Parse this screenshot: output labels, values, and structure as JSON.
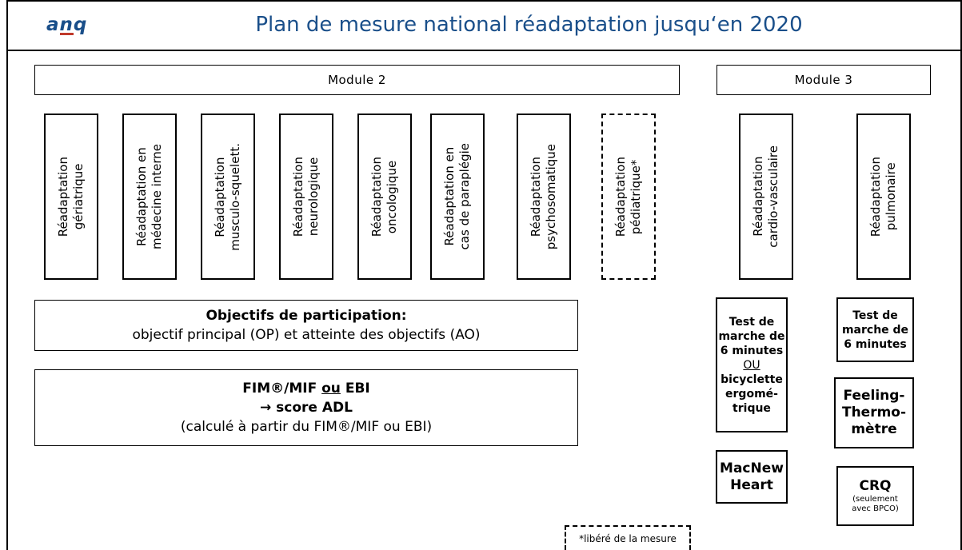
{
  "header": {
    "logo": {
      "left": "a",
      "middle": "n",
      "right": "q"
    },
    "title": "Plan de mesure national réadaptation jusqu‘en 2020",
    "title_color": "#1a4f8a"
  },
  "module2": {
    "label": "Module 2",
    "columns": [
      {
        "line1": "Réadaptation",
        "line2": "gériatrique"
      },
      {
        "line1": "Réadaptation en",
        "line2": "médecine interne"
      },
      {
        "line1": "Réadaptation",
        "line2": "musculo-squelett."
      },
      {
        "line1": "Réadaptation",
        "line2": "neurologique"
      },
      {
        "line1": "Réadaptation",
        "line2": "oncologique"
      },
      {
        "line1": "Réadaptation en",
        "line2": "cas de paraplégie"
      },
      {
        "line1": "Réadaptation",
        "line2": "psychosomatique"
      },
      {
        "line1": "Réadaptation",
        "line2": "pédiatrique*"
      }
    ],
    "objectifs": {
      "title": "Objectifs de participation:",
      "text": "objectif principal (OP) et atteinte des objectifs (AO)"
    },
    "fim": {
      "part1": "FIM®/MIF",
      "or": "ou",
      "part2": "EBI",
      "score": "→ score ADL",
      "note": "(calculé à partir du FIM®/MIF ou EBI)"
    }
  },
  "module3": {
    "label": "Module 3",
    "columns": [
      {
        "line1": "Réadaptation",
        "line2": "cardio-vasculaire"
      },
      {
        "line1": "Réadaptation",
        "line2": "pulmonaire"
      }
    ],
    "cardio": {
      "test": [
        "Test de",
        "marche de",
        "6 minutes"
      ],
      "or": "OU",
      "bike": [
        "bicyclette",
        "ergomé-",
        "trique"
      ],
      "macnew": [
        "MacNew",
        "Heart"
      ]
    },
    "pulmo": {
      "test": [
        "Test de",
        "marche de",
        "6 minutes"
      ],
      "feeling": [
        "Feeling-",
        "Thermo-",
        "mètre"
      ],
      "crq": "CRQ",
      "crq_note": [
        "(seulement",
        "avec BPCO)"
      ]
    }
  },
  "footnote": "*libéré de la mesure"
}
